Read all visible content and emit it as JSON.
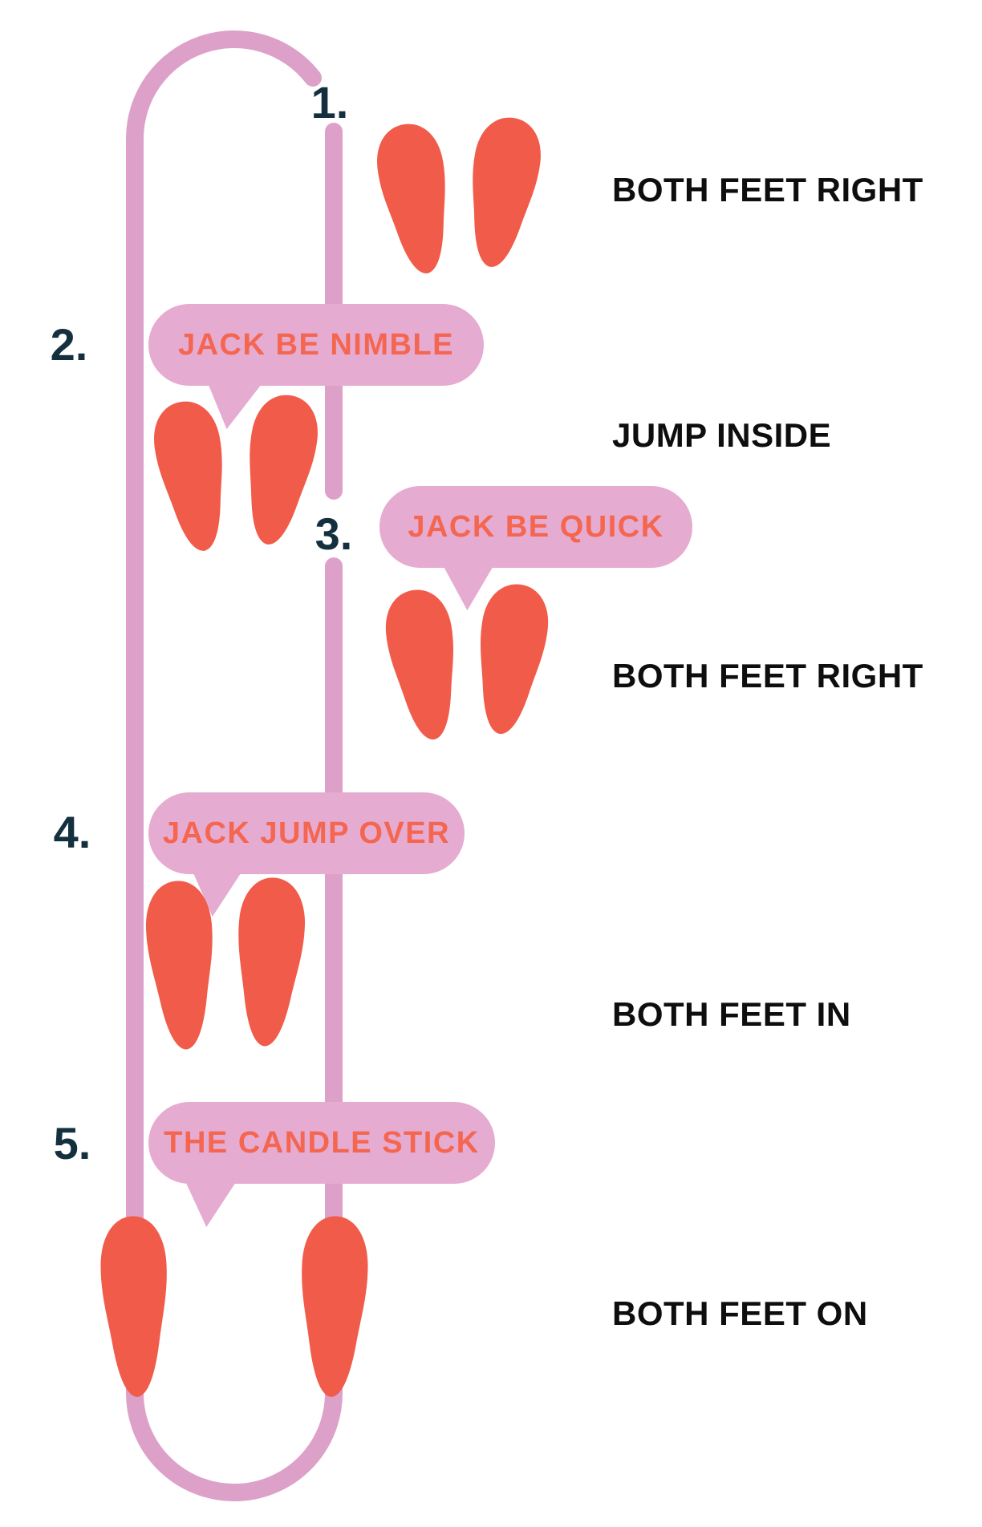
{
  "palette": {
    "bg": "#ffffff",
    "rope": "#dda1c9",
    "bubble": "#e5abd0",
    "coral": "#f15b4a",
    "bubbletext": "#f4664f",
    "number": "#14303f",
    "label": "#0e0e0e"
  },
  "steps": [
    {
      "num": "1.",
      "bubble": "",
      "label": "BOTH FEET RIGHT"
    },
    {
      "num": "2.",
      "bubble": "JACK BE NIMBLE",
      "label": "JUMP INSIDE"
    },
    {
      "num": "3.",
      "bubble": "JACK BE QUICK",
      "label": "BOTH FEET RIGHT"
    },
    {
      "num": "4.",
      "bubble": "JACK JUMP OVER",
      "label": "BOTH FEET IN"
    },
    {
      "num": "5.",
      "bubble": "THE CANDLE STICK",
      "label": "BOTH FEET ON"
    }
  ]
}
